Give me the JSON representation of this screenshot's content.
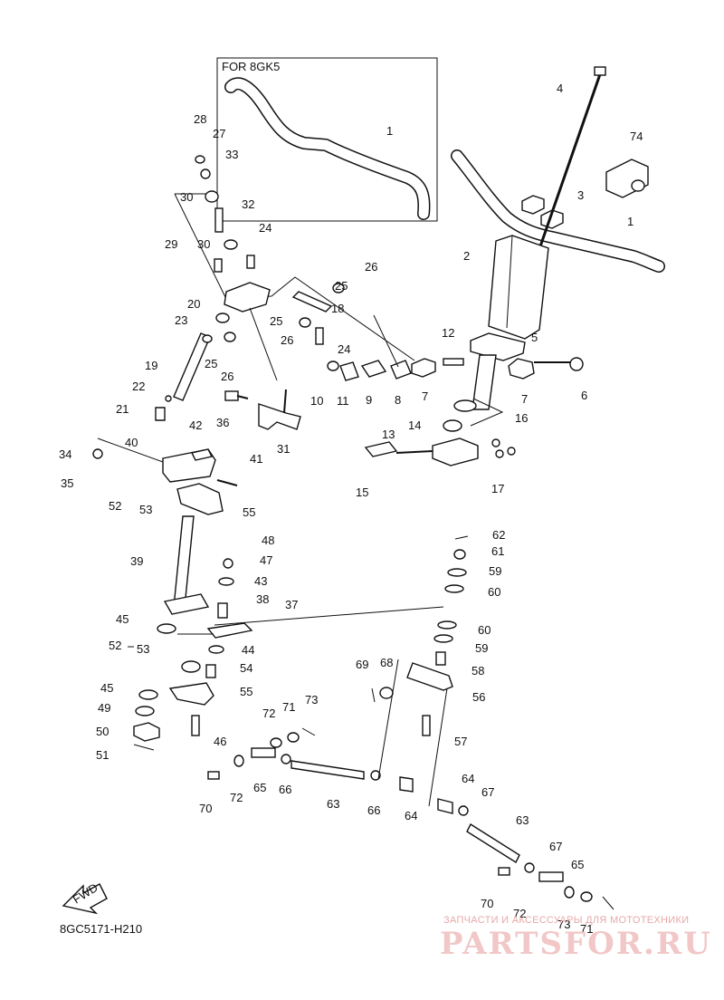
{
  "inset": {
    "label": "FOR 8GK5"
  },
  "footer": {
    "code": "8GC5171-H210"
  },
  "fwd_label": "FWD",
  "watermark": {
    "top": "ЗАПЧАСТИ И АКСЕССУАРЫ ДЛЯ МОТОТЕХНИКИ",
    "logo": "PARTSFOR.RU"
  },
  "callouts": [
    {
      "n": "1"
    },
    {
      "n": "1"
    },
    {
      "n": "2"
    },
    {
      "n": "3"
    },
    {
      "n": "4"
    },
    {
      "n": "74"
    },
    {
      "n": "5"
    },
    {
      "n": "6"
    },
    {
      "n": "7"
    },
    {
      "n": "7"
    },
    {
      "n": "8"
    },
    {
      "n": "9"
    },
    {
      "n": "10"
    },
    {
      "n": "11"
    },
    {
      "n": "12"
    },
    {
      "n": "13"
    },
    {
      "n": "14"
    },
    {
      "n": "15"
    },
    {
      "n": "16"
    },
    {
      "n": "17"
    },
    {
      "n": "18"
    },
    {
      "n": "19"
    },
    {
      "n": "20"
    },
    {
      "n": "21"
    },
    {
      "n": "22"
    },
    {
      "n": "23"
    },
    {
      "n": "24"
    },
    {
      "n": "24"
    },
    {
      "n": "25"
    },
    {
      "n": "25"
    },
    {
      "n": "25"
    },
    {
      "n": "26"
    },
    {
      "n": "26"
    },
    {
      "n": "26"
    },
    {
      "n": "27"
    },
    {
      "n": "28"
    },
    {
      "n": "29"
    },
    {
      "n": "30"
    },
    {
      "n": "30"
    },
    {
      "n": "31"
    },
    {
      "n": "32"
    },
    {
      "n": "33"
    },
    {
      "n": "34"
    },
    {
      "n": "35"
    },
    {
      "n": "36"
    },
    {
      "n": "37"
    },
    {
      "n": "38"
    },
    {
      "n": "39"
    },
    {
      "n": "40"
    },
    {
      "n": "41"
    },
    {
      "n": "42"
    },
    {
      "n": "43"
    },
    {
      "n": "44"
    },
    {
      "n": "45"
    },
    {
      "n": "45"
    },
    {
      "n": "46"
    },
    {
      "n": "47"
    },
    {
      "n": "48"
    },
    {
      "n": "49"
    },
    {
      "n": "50"
    },
    {
      "n": "51"
    },
    {
      "n": "52"
    },
    {
      "n": "52"
    },
    {
      "n": "53"
    },
    {
      "n": "53"
    },
    {
      "n": "54"
    },
    {
      "n": "55"
    },
    {
      "n": "55"
    },
    {
      "n": "56"
    },
    {
      "n": "57"
    },
    {
      "n": "58"
    },
    {
      "n": "59"
    },
    {
      "n": "59"
    },
    {
      "n": "60"
    },
    {
      "n": "60"
    },
    {
      "n": "61"
    },
    {
      "n": "62"
    },
    {
      "n": "63"
    },
    {
      "n": "63"
    },
    {
      "n": "64"
    },
    {
      "n": "64"
    },
    {
      "n": "65"
    },
    {
      "n": "65"
    },
    {
      "n": "66"
    },
    {
      "n": "66"
    },
    {
      "n": "67"
    },
    {
      "n": "67"
    },
    {
      "n": "68"
    },
    {
      "n": "69"
    },
    {
      "n": "70"
    },
    {
      "n": "70"
    },
    {
      "n": "71"
    },
    {
      "n": "71"
    },
    {
      "n": "72"
    },
    {
      "n": "72"
    },
    {
      "n": "72"
    },
    {
      "n": "73"
    },
    {
      "n": "73"
    }
  ]
}
